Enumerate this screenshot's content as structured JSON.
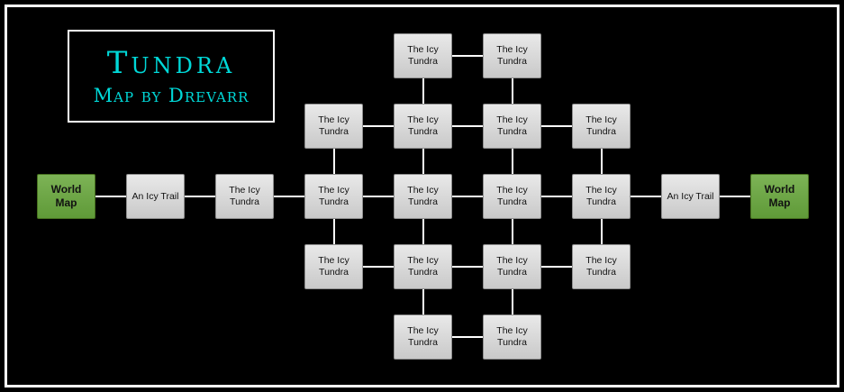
{
  "title": {
    "heading": "Tundra",
    "subheading": "Map by Drevarr"
  },
  "colors": {
    "background": "#000000",
    "frame_border": "#ffffff",
    "title_text": "#00d8d8",
    "node_fill_top": "#e9e9e9",
    "node_fill_bottom": "#c9c9c9",
    "node_border": "#8f8f8f",
    "node_text": "#111111",
    "world_fill_top": "#7db356",
    "world_fill_bottom": "#5f9a38",
    "world_border": "#47711f",
    "connector": "#ffffff"
  },
  "map": {
    "nodes": [
      {
        "id": "tundra-r0-c4",
        "type": "area",
        "label": "The Icy Tundra",
        "col": 4,
        "row": 0
      },
      {
        "id": "tundra-r0-c5",
        "type": "area",
        "label": "The Icy Tundra",
        "col": 5,
        "row": 0
      },
      {
        "id": "tundra-r1-c3",
        "type": "area",
        "label": "The Icy Tundra",
        "col": 3,
        "row": 1
      },
      {
        "id": "tundra-r1-c4",
        "type": "area",
        "label": "The Icy Tundra",
        "col": 4,
        "row": 1
      },
      {
        "id": "tundra-r1-c5",
        "type": "area",
        "label": "The Icy Tundra",
        "col": 5,
        "row": 1
      },
      {
        "id": "tundra-r1-c6",
        "type": "area",
        "label": "The Icy Tundra",
        "col": 6,
        "row": 1
      },
      {
        "id": "world-map-west",
        "type": "world",
        "label": "World Map",
        "col": 0,
        "row": 2
      },
      {
        "id": "icy-trail-west",
        "type": "area",
        "label": "An Icy Trail",
        "col": 1,
        "row": 2
      },
      {
        "id": "tundra-r2-c2",
        "type": "area",
        "label": "The Icy Tundra",
        "col": 2,
        "row": 2
      },
      {
        "id": "tundra-r2-c3",
        "type": "area",
        "label": "The Icy Tundra",
        "col": 3,
        "row": 2
      },
      {
        "id": "tundra-r2-c4",
        "type": "area",
        "label": "The Icy Tundra",
        "col": 4,
        "row": 2
      },
      {
        "id": "tundra-r2-c5",
        "type": "area",
        "label": "The Icy Tundra",
        "col": 5,
        "row": 2
      },
      {
        "id": "tundra-r2-c6",
        "type": "area",
        "label": "The Icy Tundra",
        "col": 6,
        "row": 2
      },
      {
        "id": "icy-trail-east",
        "type": "area",
        "label": "An Icy Trail",
        "col": 7,
        "row": 2
      },
      {
        "id": "world-map-east",
        "type": "world",
        "label": "World Map",
        "col": 8,
        "row": 2
      },
      {
        "id": "tundra-r3-c3",
        "type": "area",
        "label": "The Icy Tundra",
        "col": 3,
        "row": 3
      },
      {
        "id": "tundra-r3-c4",
        "type": "area",
        "label": "The Icy Tundra",
        "col": 4,
        "row": 3
      },
      {
        "id": "tundra-r3-c5",
        "type": "area",
        "label": "The Icy Tundra",
        "col": 5,
        "row": 3
      },
      {
        "id": "tundra-r3-c6",
        "type": "area",
        "label": "The Icy Tundra",
        "col": 6,
        "row": 3
      },
      {
        "id": "tundra-r4-c4",
        "type": "area",
        "label": "The Icy Tundra",
        "col": 4,
        "row": 4
      },
      {
        "id": "tundra-r4-c5",
        "type": "area",
        "label": "The Icy Tundra",
        "col": 5,
        "row": 4
      }
    ],
    "edges": [
      [
        4,
        0,
        5,
        0
      ],
      [
        3,
        1,
        4,
        1
      ],
      [
        4,
        1,
        5,
        1
      ],
      [
        5,
        1,
        6,
        1
      ],
      [
        0,
        2,
        1,
        2
      ],
      [
        1,
        2,
        2,
        2
      ],
      [
        2,
        2,
        3,
        2
      ],
      [
        3,
        2,
        4,
        2
      ],
      [
        4,
        2,
        5,
        2
      ],
      [
        5,
        2,
        6,
        2
      ],
      [
        6,
        2,
        7,
        2
      ],
      [
        7,
        2,
        8,
        2
      ],
      [
        3,
        3,
        4,
        3
      ],
      [
        4,
        3,
        5,
        3
      ],
      [
        5,
        3,
        6,
        3
      ],
      [
        4,
        4,
        5,
        4
      ],
      [
        4,
        0,
        4,
        1
      ],
      [
        5,
        0,
        5,
        1
      ],
      [
        3,
        1,
        3,
        2
      ],
      [
        4,
        1,
        4,
        2
      ],
      [
        5,
        1,
        5,
        2
      ],
      [
        6,
        1,
        6,
        2
      ],
      [
        3,
        2,
        3,
        3
      ],
      [
        4,
        2,
        4,
        3
      ],
      [
        5,
        2,
        5,
        3
      ],
      [
        6,
        2,
        6,
        3
      ],
      [
        4,
        3,
        4,
        4
      ],
      [
        5,
        3,
        5,
        4
      ]
    ]
  }
}
